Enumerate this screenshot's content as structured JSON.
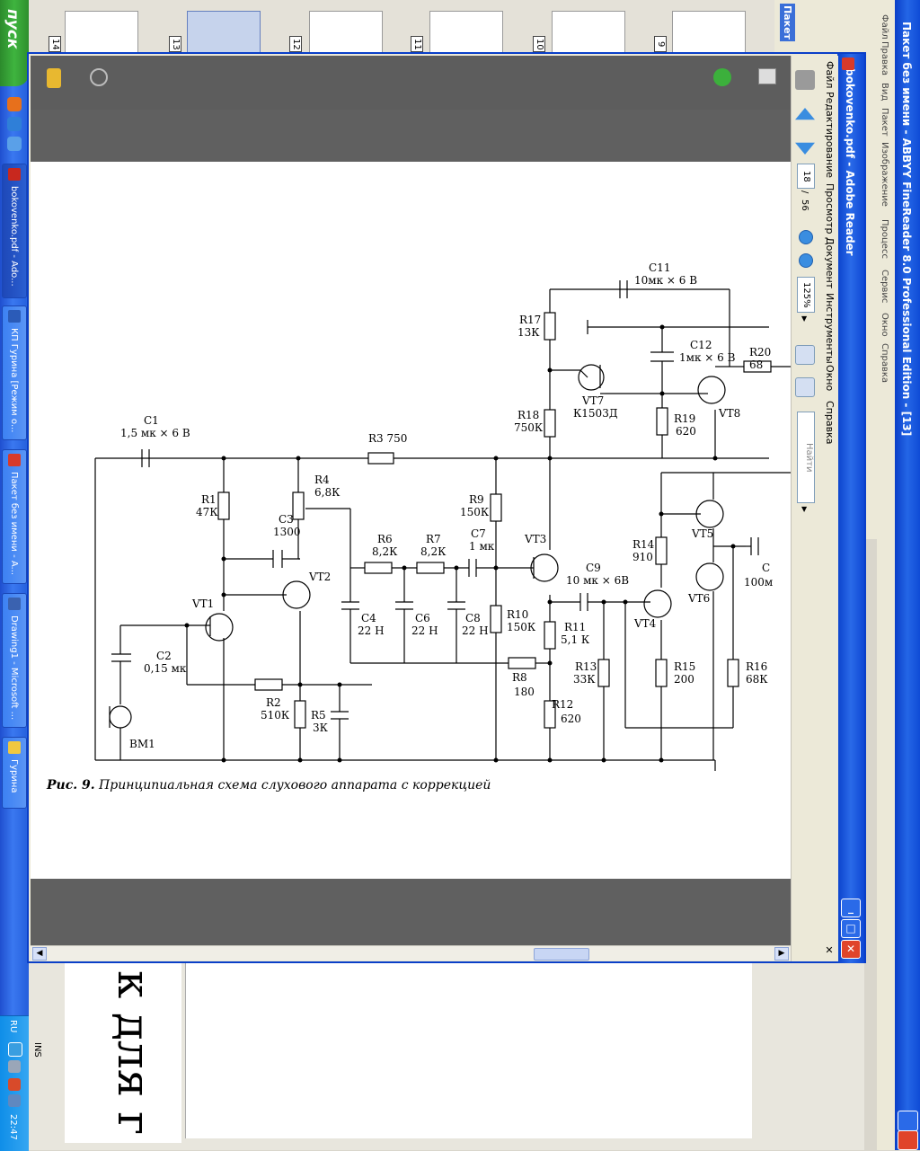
{
  "taskbar": {
    "start_label": "пуск",
    "tasks": [
      {
        "label": "bokovenko.pdf - Ado...",
        "active": true
      },
      {
        "label": "КП Гурина [Режим о...",
        "active": false
      },
      {
        "label": "Пакет без имени - A...",
        "active": false
      },
      {
        "label": "Drawing1 - Microsoft ...",
        "active": false
      },
      {
        "label": "Гурина",
        "active": false
      }
    ],
    "language": "RU",
    "clock": "22:47"
  },
  "background_app": {
    "title": "Пакет без имени - ABBYY FineReader 8.0 Professional Edition - [13]",
    "menu": [
      "Файл",
      "Правка",
      "Вид",
      "Пакет",
      "Изображение",
      "Процесс",
      "Сервис",
      "Окно",
      "Справка"
    ],
    "panel_label": "Пакет",
    "thumbnail_pages": [
      "14",
      "13",
      "12",
      "11",
      "10",
      "9"
    ],
    "status": "INS",
    "ocr_text": "к для г"
  },
  "reader": {
    "title": "bokovenko.pdf - Adobe Reader",
    "menu": [
      "Файл",
      "Редактирование",
      "Просмотр",
      "Документ",
      "Инструменты",
      "Окно",
      "Справка"
    ],
    "page_current": "18",
    "page_separator": "/",
    "page_total": "56",
    "zoom": "125%",
    "search_placeholder": "Найти"
  },
  "figure": {
    "caption_bold": "Рис. 9.",
    "caption_text": " Принципиальная схема слухового аппарата с коррекцией",
    "labels": {
      "c1": "C1",
      "c1v": "1,5 мк × 6 В",
      "r3": "R3 750",
      "r1": "R1",
      "r1v": "47К",
      "r4": "R4",
      "r4v": "6,8К",
      "c3": "C3",
      "c3v": "1300",
      "vt2": "VT2",
      "vt1": "VT1",
      "c2": "C2",
      "c2v": "0,15 мк",
      "bm1": "BM1",
      "r2": "R2",
      "r2v": "510К",
      "r5": "R5",
      "r5v": "3К",
      "c4": "C4",
      "c4v": "22 Н",
      "c6": "C6",
      "c6v": "22 Н",
      "c8": "C8",
      "c8v": "22 Н",
      "r6": "R6",
      "r6v": "8,2К",
      "r7": "R7",
      "r7v": "8,2К",
      "c7": "C7",
      "c7v": "1 мк",
      "r9": "R9",
      "r9v": "150К",
      "r10": "R10",
      "r10v": "150К",
      "r8": "R8",
      "r8v": "180",
      "vt3": "VT3",
      "c9": "C9",
      "c9v": "10 мк × 6В",
      "r11": "R11",
      "r11v": "5,1 К",
      "r12": "R12",
      "r12v": "620",
      "r13": "R13",
      "r13v": "33К",
      "vt4": "VT4",
      "r15": "R15",
      "r15v": "200",
      "r14": "R14",
      "r14v": "910",
      "vt5": "VT5",
      "vt6": "VT6",
      "r16": "R16",
      "r16v": "68К",
      "c_partial": "C",
      "c_partial_v": "100м",
      "r17": "R17",
      "r17v": "13К",
      "r18": "R18",
      "r18v": "750К",
      "c11": "C11",
      "c11v": "10мк × 6 В",
      "c12": "C12",
      "c12v": "1мк × 6 В",
      "vt7": "VT7",
      "vt7v": "К1503Д",
      "r19": "R19",
      "r19v": "620",
      "r20": "R20",
      "r20v": "68",
      "vt8": "VT8"
    }
  },
  "colors": {
    "xp_blue": "#2466e6",
    "start_green": "#3fb43f",
    "close_red": "#e0442a",
    "doc_gray": "#606060"
  }
}
